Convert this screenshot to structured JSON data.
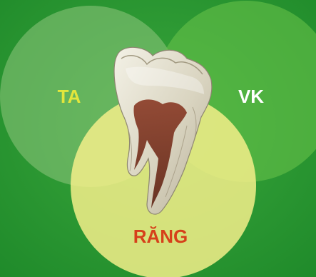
{
  "diagram": {
    "background_color": "#2e9a36",
    "circles": [
      {
        "id": "ta",
        "label": "TA",
        "fill": "#8fc77e",
        "label_color": "#e3e63c"
      },
      {
        "id": "vk",
        "label": "VK",
        "fill": "#5bb53a",
        "label_color": "#ffffff"
      },
      {
        "id": "rang",
        "label": "RĂNG",
        "fill": "#f0ee8c",
        "label_color": "#d6401a"
      }
    ],
    "center_image": "molar-tooth"
  }
}
